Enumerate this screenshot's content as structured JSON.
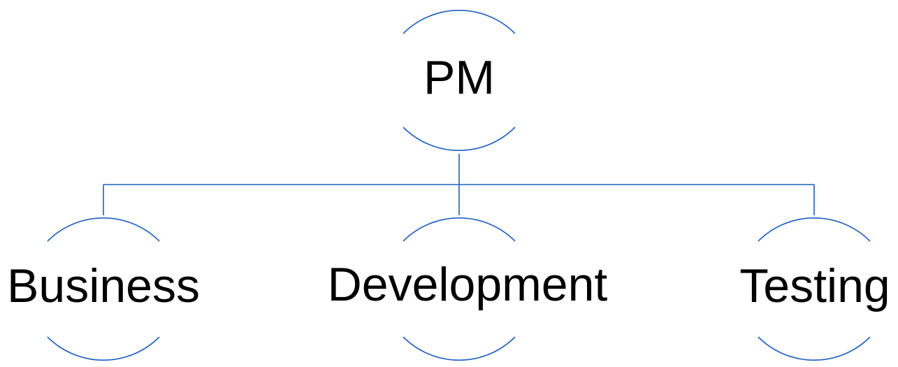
{
  "colors": {
    "line": "#1f5fbf",
    "text": "#000000",
    "background": "#ffffff"
  },
  "root": {
    "label": "PM"
  },
  "children": [
    {
      "label": "Business"
    },
    {
      "label": "Development"
    },
    {
      "label": "Testing"
    }
  ]
}
